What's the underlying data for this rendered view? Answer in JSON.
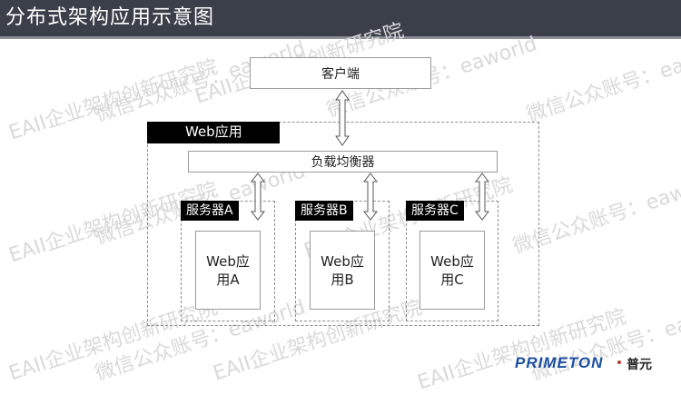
{
  "header": {
    "title": "分布式架构应用示意图"
  },
  "watermark": {
    "text_a": "EAII企业架构创新研究院",
    "text_b": "微信公众账号：eaworld"
  },
  "diagram": {
    "client": "客户端",
    "web_app_group": "Web应用",
    "load_balancer": "负载均衡器",
    "servers": [
      {
        "name": "服务器A",
        "app_line1": "Web应",
        "app_line2": "用A"
      },
      {
        "name": "服务器B",
        "app_line1": "Web应",
        "app_line2": "用B"
      },
      {
        "name": "服务器C",
        "app_line1": "Web应",
        "app_line2": "用C"
      }
    ]
  },
  "logo": {
    "brand": "PRIMETON",
    "cn": "普元"
  }
}
